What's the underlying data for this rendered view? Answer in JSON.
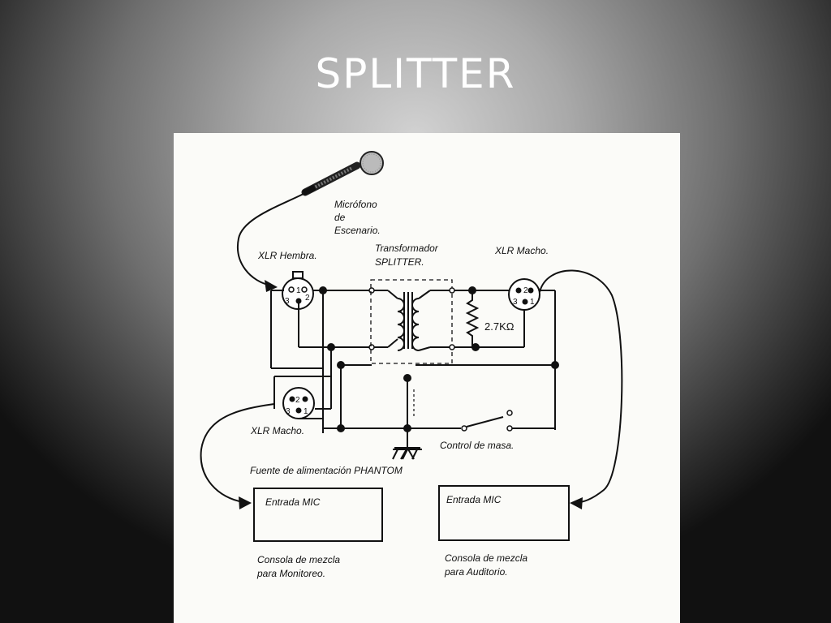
{
  "slide": {
    "title": "SPLITTER"
  },
  "diagram": {
    "microphone_label": [
      "Micrófono",
      "de",
      "Escenario."
    ],
    "transformer_label": [
      "Transformador",
      "SPLITTER."
    ],
    "xlr_female_label": "XLR Hembra.",
    "xlr_male_right_label": "XLR Macho.",
    "xlr_male_left_label": "XLR Macho.",
    "resistor_label": "2.7KΩ",
    "ground_control_label": "Control de masa.",
    "phantom_label": "Fuente de alimentación PHANTOM",
    "mic_input_left": "Entrada MIC",
    "mic_input_right": "Entrada MIC",
    "console_monitor_label": [
      "Consola de mezcla",
      "para Monitoreo."
    ],
    "console_audience_label": [
      "Consola de mezcla",
      "para Auditorio."
    ],
    "pins": [
      "1",
      "2",
      "3"
    ]
  }
}
